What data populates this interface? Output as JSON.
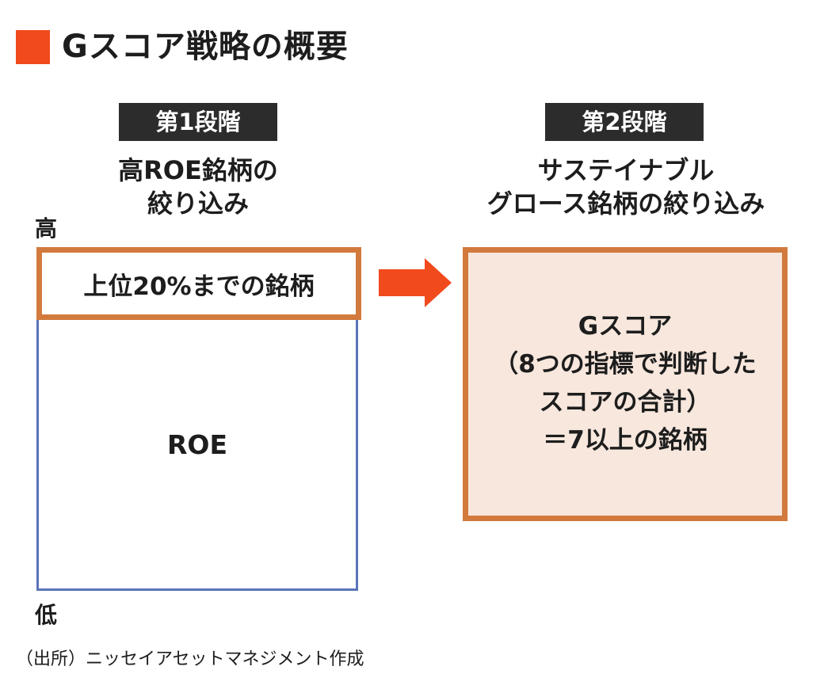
{
  "title": "Gスコア戦略の概要",
  "stage1": {
    "badge": "第1段階",
    "desc_line1": "高ROE銘柄の",
    "desc_line2": "絞り込み"
  },
  "stage2": {
    "badge": "第2段階",
    "desc_line1": "サステイナブル",
    "desc_line2": "グロース銘柄の絞り込み"
  },
  "axis": {
    "high": "高",
    "low": "低"
  },
  "roe_box": {
    "top_label": "上位20%までの銘柄",
    "label": "ROE"
  },
  "gscore_box": {
    "line1": "Gスコア",
    "line2": "（8つの指標で判断した",
    "line3": "スコアの合計）",
    "line4": "＝7以上の銘柄"
  },
  "source": "（出所）ニッセイアセットマネジメント作成",
  "colors": {
    "accent": "#f04a1d",
    "box_border": "#d27a3d",
    "roe_border": "#5b74b8",
    "gscore_fill": "#f7e7dd",
    "badge_bg": "#2c2c2c"
  }
}
